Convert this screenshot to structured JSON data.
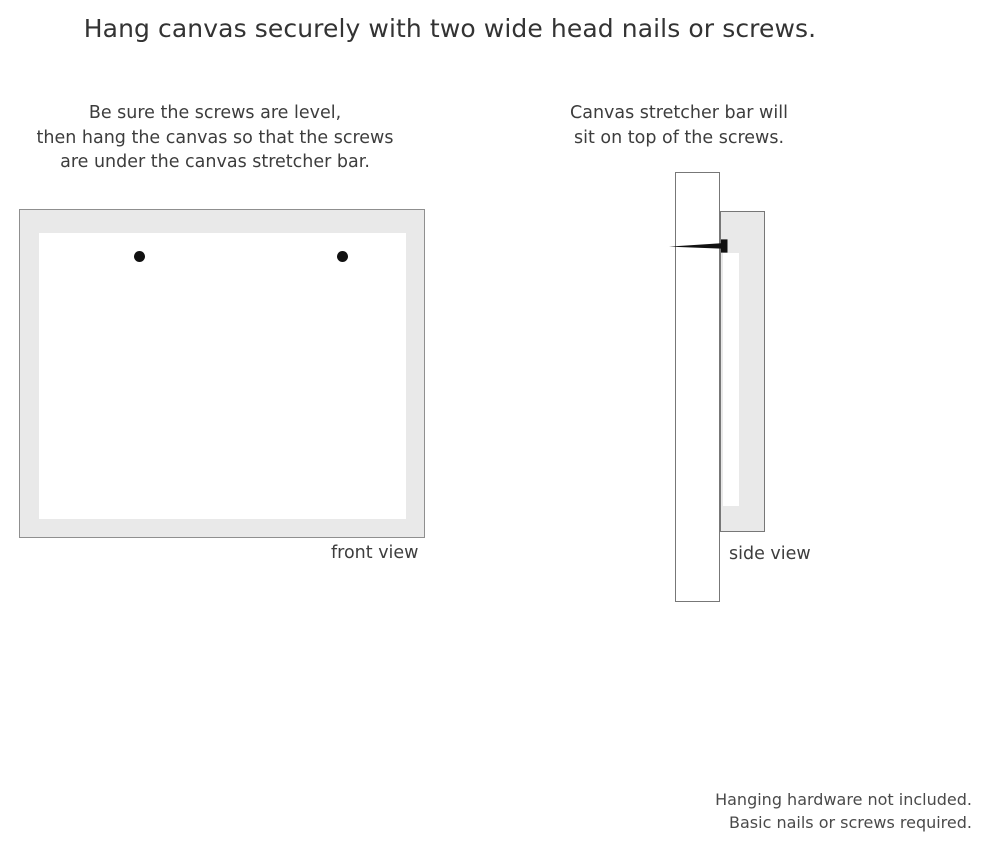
{
  "title": "Hang canvas securely with two wide head nails or screws.",
  "captions": {
    "left": {
      "line1": "Be sure the screws are level,",
      "line2": "then hang the canvas so that the screws",
      "line3": "are under the canvas stretcher bar."
    },
    "right": {
      "line1": "Canvas stretcher bar will",
      "line2": "sit on top of the screws."
    }
  },
  "diagrams": {
    "front": {
      "label": "front view",
      "frame_color": "#e9e9e9",
      "frame_border_color": "#8f8f8f",
      "canvas_color": "#ffffff",
      "screw_color": "#111111",
      "screw_count": 2
    },
    "side": {
      "label": "side view",
      "wall_color": "#ffffff",
      "wall_border_color": "#777777",
      "bar_color": "#e9e9e9",
      "bar_inner_color": "#ffffff",
      "nail_color": "#111111"
    }
  },
  "footer": {
    "line1": "Hanging hardware not included.",
    "line2": "Basic nails or screws required."
  }
}
